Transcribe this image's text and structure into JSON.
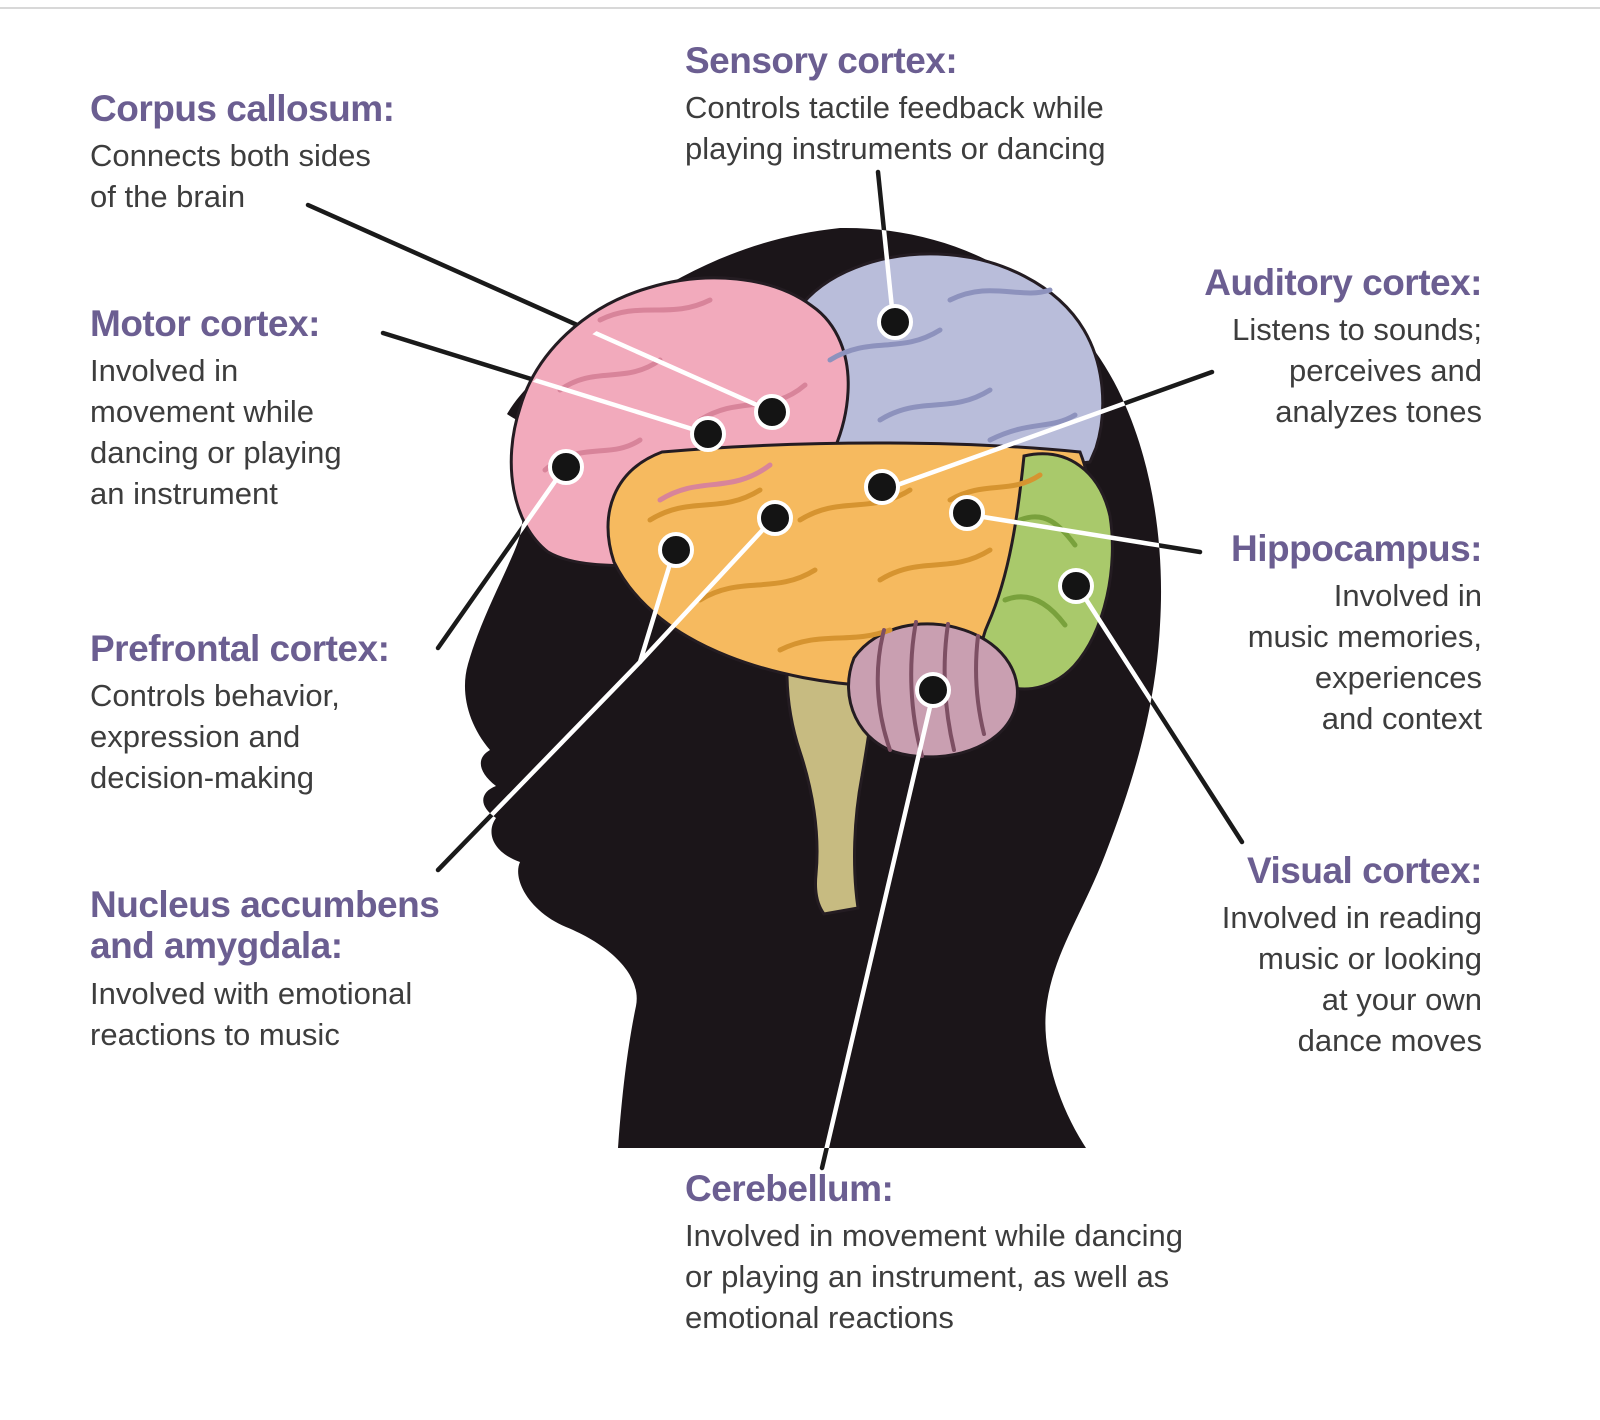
{
  "palette": {
    "background": "#ffffff",
    "heading": "#6b5e91",
    "body_text": "#3d3d3d",
    "silhouette": "#1b1519",
    "connector_black": "#1a1a1a",
    "connector_white": "#ffffff",
    "marker_dot": "#141414",
    "frontal_lobe": "#f2aabc",
    "parietal_lobe": "#b9bdda",
    "temporal_lobe": "#f6ba5f",
    "occipital_lobe": "#a9c96b",
    "cerebellum_region": "#c99fb1",
    "brainstem": "#c7bb81"
  },
  "labels": {
    "corpus_callosum": {
      "title": "Corpus callosum:",
      "body": "Connects both sides\nof the brain"
    },
    "motor_cortex": {
      "title": "Motor cortex:",
      "body": "Involved in\nmovement while\ndancing or playing\nan instrument"
    },
    "prefrontal_cortex": {
      "title": "Prefrontal cortex:",
      "body": "Controls behavior,\nexpression and\ndecision-making"
    },
    "nucleus_amygdala": {
      "title": "Nucleus accumbens\nand amygdala:",
      "body": "Involved with emotional\nreactions to music"
    },
    "sensory_cortex": {
      "title": "Sensory cortex:",
      "body": "Controls tactile feedback while\nplaying instruments or dancing"
    },
    "auditory_cortex": {
      "title": "Auditory cortex:",
      "body": "Listens to sounds;\nperceives and\nanalyzes tones"
    },
    "hippocampus": {
      "title": "Hippocampus:",
      "body": "Involved in\nmusic memories,\nexperiences\nand context"
    },
    "visual_cortex": {
      "title": "Visual cortex:",
      "body": "Involved in reading\nmusic or looking\nat your own\ndance moves"
    },
    "cerebellum": {
      "title": "Cerebellum:",
      "body": "Involved in movement while dancing\nor playing an instrument, as well as\nemotional reactions"
    }
  }
}
